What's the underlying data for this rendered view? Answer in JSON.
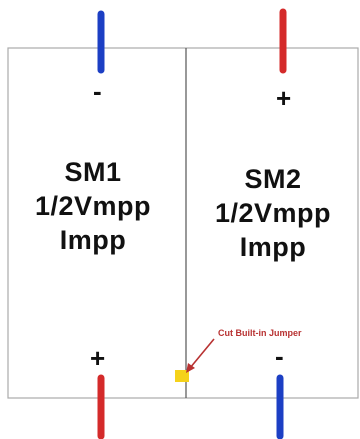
{
  "modules": [
    {
      "name": "SM1",
      "voltage": "1/2Vmpp",
      "current": "Impp",
      "top_terminal": "-",
      "bottom_terminal": "+"
    },
    {
      "name": "SM2",
      "voltage": "1/2Vmpp",
      "current": "Impp",
      "top_terminal": "+",
      "bottom_terminal": "-"
    }
  ],
  "annotation": "Cut Built-in Jumper",
  "colors": {
    "positive_wire": "#d42a2a",
    "negative_wire": "#1c3fc4",
    "outline": "#aaaaaa",
    "annotation_text": "#b83232",
    "jumper_marker": "#f5d21a"
  }
}
